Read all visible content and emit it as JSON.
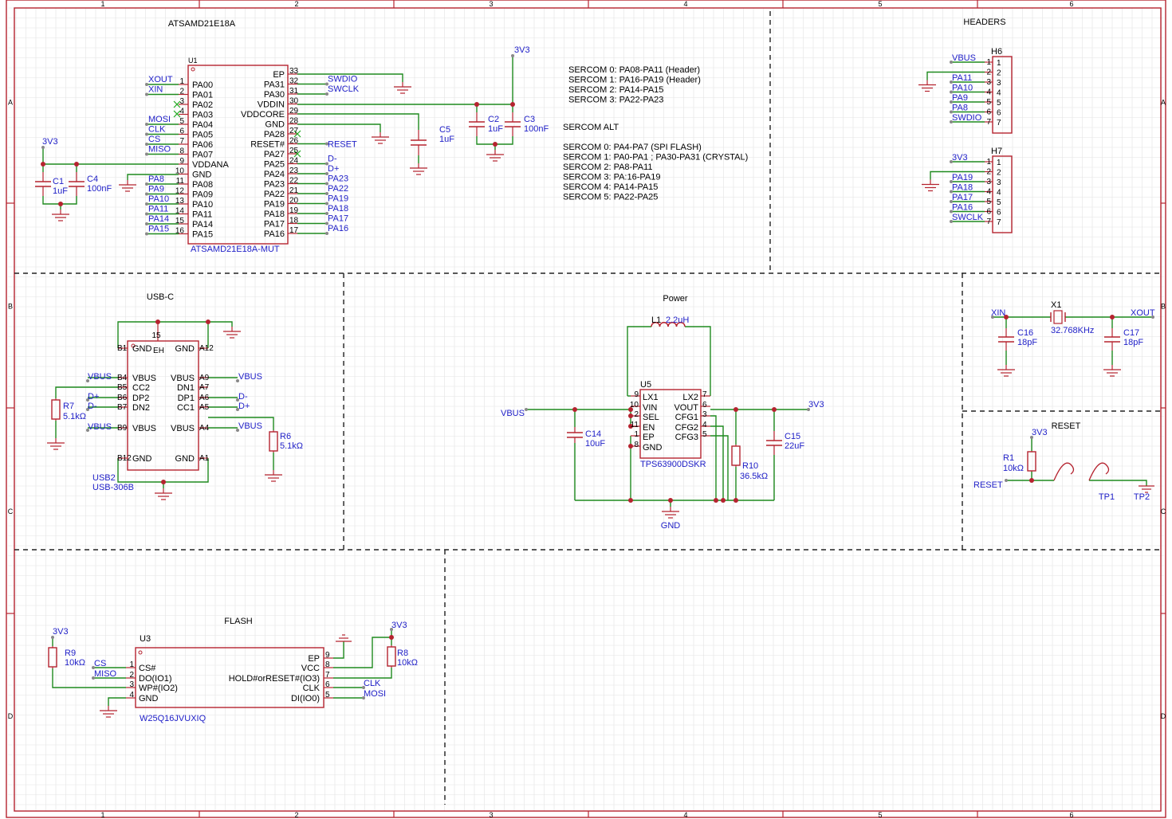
{
  "colors": {
    "frame": "#b5232f",
    "wire": "#1e8a1e",
    "label": "#2121c8",
    "text": "#000000",
    "grid": "#e3e3e3",
    "junction": "#b5232f",
    "noconnect": "#22aa22"
  },
  "border": {
    "cols": [
      "1",
      "2",
      "3",
      "4",
      "5",
      "6"
    ],
    "rows": [
      "A",
      "B",
      "C",
      "D"
    ]
  },
  "titles": {
    "mcu": "ATSAMD21E18A",
    "headers": "HEADERS",
    "usbc": "USB-C",
    "power": "Power",
    "reset": "RESET",
    "flash": "FLASH"
  },
  "notes": {
    "sercom_primary": [
      "SERCOM 0: PA08-PA11 (Header)",
      "SERCOM 1: PA16-PA19 (Header)",
      "SERCOM 2: PA14-PA15",
      "SERCOM 3: PA22-PA23"
    ],
    "sercom_alt_title": "SERCOM ALT",
    "sercom_alt": [
      "SERCOM 0: PA4-PA7 (SPI FLASH)",
      "SERCOM 1: PA0-PA1 ; PA30-PA31 (CRYSTAL)",
      "SERCOM 2: PA8-PA11",
      "SERCOM 3: PA:16-PA19",
      "SERCOM 4: PA14-PA15",
      "SERCOM 5: PA22-PA25"
    ]
  },
  "u1": {
    "ref": "U1",
    "part": "ATSAMD21E18A-MUT",
    "left": [
      [
        "1",
        "PA00",
        "XOUT"
      ],
      [
        "2",
        "PA01",
        "XIN"
      ],
      [
        "3",
        "PA02",
        ""
      ],
      [
        "4",
        "PA03",
        ""
      ],
      [
        "5",
        "PA04",
        "MOSI"
      ],
      [
        "6",
        "PA05",
        "CLK"
      ],
      [
        "7",
        "PA06",
        "CS"
      ],
      [
        "8",
        "PA07",
        "MISO"
      ],
      [
        "9",
        "VDDANA",
        ""
      ],
      [
        "10",
        "GND",
        ""
      ],
      [
        "11",
        "PA08",
        "PA8"
      ],
      [
        "12",
        "PA09",
        "PA9"
      ],
      [
        "13",
        "PA10",
        "PA10"
      ],
      [
        "14",
        "PA11",
        "PA11"
      ],
      [
        "15",
        "PA14",
        "PA14"
      ],
      [
        "16",
        "PA15",
        "PA15"
      ]
    ],
    "right": [
      [
        "33",
        "EP",
        ""
      ],
      [
        "32",
        "PA31",
        "SWDIO"
      ],
      [
        "31",
        "PA30",
        "SWCLK"
      ],
      [
        "30",
        "VDDIN",
        ""
      ],
      [
        "29",
        "VDDCORE",
        ""
      ],
      [
        "28",
        "GND",
        ""
      ],
      [
        "27",
        "PA28",
        ""
      ],
      [
        "26",
        "RESET#",
        "RESET"
      ],
      [
        "25",
        "PA27",
        ""
      ],
      [
        "24",
        "PA25",
        "D-"
      ],
      [
        "23",
        "PA24",
        "D+"
      ],
      [
        "22",
        "PA23",
        "PA23"
      ],
      [
        "21",
        "PA22",
        "PA22"
      ],
      [
        "20",
        "PA19",
        "PA19"
      ],
      [
        "19",
        "PA18",
        "PA18"
      ],
      [
        "18",
        "PA17",
        "PA17"
      ],
      [
        "17",
        "PA16",
        "PA16"
      ]
    ]
  },
  "caps_mcu": [
    [
      "C1",
      "1uF"
    ],
    [
      "C4",
      "100nF"
    ],
    [
      "C5",
      "1uF"
    ],
    [
      "C2",
      "1uF"
    ],
    [
      "C3",
      "100nF"
    ]
  ],
  "net_3v3": "3V3",
  "h6": {
    "ref": "H6",
    "pins": [
      [
        "1",
        "VBUS"
      ],
      [
        "2",
        ""
      ],
      [
        "3",
        "PA11"
      ],
      [
        "4",
        "PA10"
      ],
      [
        "5",
        "PA9"
      ],
      [
        "6",
        "PA8"
      ],
      [
        "7",
        "SWDIO"
      ]
    ]
  },
  "h7": {
    "ref": "H7",
    "pins": [
      [
        "1",
        "3V3"
      ],
      [
        "2",
        ""
      ],
      [
        "3",
        "PA19"
      ],
      [
        "4",
        "PA18"
      ],
      [
        "5",
        "PA17"
      ],
      [
        "6",
        "PA16"
      ],
      [
        "7",
        "SWCLK"
      ]
    ]
  },
  "usb": {
    "ref": "USB2",
    "part": "USB-306B",
    "eh": "EH",
    "eh_pin": "15",
    "left": [
      [
        "B1",
        "GND"
      ],
      [
        "B4",
        "VBUS"
      ],
      [
        "B5",
        "CC2"
      ],
      [
        "B6",
        "DP2"
      ],
      [
        "B7",
        "DN2"
      ],
      [
        "B9",
        "VBUS"
      ],
      [
        "B12",
        "GND"
      ]
    ],
    "right": [
      [
        "A12",
        "GND"
      ],
      [
        "A9",
        "VBUS"
      ],
      [
        "A7",
        "DN1"
      ],
      [
        "A6",
        "DP1"
      ],
      [
        "A5",
        "CC1"
      ],
      [
        "A4",
        "VBUS"
      ],
      [
        "A1",
        "GND"
      ]
    ],
    "nets_left": [
      "VBUS",
      "D+",
      "D-",
      "VBUS"
    ],
    "nets_right": [
      "VBUS",
      "D-",
      "D+",
      "VBUS"
    ],
    "r7": [
      "R7",
      "5.1kΩ"
    ],
    "r6": [
      "R6",
      "5.1kΩ"
    ]
  },
  "power": {
    "l1": [
      "L1",
      "2.2uH"
    ],
    "ref": "U5",
    "part": "TPS63900DSKR",
    "left": [
      [
        "9",
        "LX1"
      ],
      [
        "10",
        "VIN"
      ],
      [
        "2",
        "SEL"
      ],
      [
        "11",
        "EN"
      ],
      [
        "1",
        "EP"
      ],
      [
        "8",
        "GND"
      ]
    ],
    "right": [
      [
        "7",
        "LX2"
      ],
      [
        "6",
        "VOUT"
      ],
      [
        "3",
        "CFG1"
      ],
      [
        "4",
        "CFG2"
      ],
      [
        "5",
        "CFG3"
      ]
    ],
    "vin_net": "VBUS",
    "vout_net": "3V3",
    "gnd_net": "GND",
    "c14": [
      "C14",
      "10uF"
    ],
    "c15": [
      "C15",
      "22uF"
    ],
    "r10": [
      "R10",
      "36.5kΩ"
    ]
  },
  "crystal": {
    "xin": "XIN",
    "xout": "XOUT",
    "x1": [
      "X1",
      "32.768KHz"
    ],
    "c16": [
      "C16",
      "18pF"
    ],
    "c17": [
      "C17",
      "18pF"
    ]
  },
  "reset": {
    "net_3v3": "3V3",
    "r1": [
      "R1",
      "10kΩ"
    ],
    "reset_net": "RESET",
    "tp1": "TP1",
    "tp2": "TP2"
  },
  "flash": {
    "ref": "U3",
    "part": "W25Q16JVUXIQ",
    "left": [
      [
        "1",
        "CS#",
        "CS"
      ],
      [
        "2",
        "DO(IO1)",
        "MISO"
      ],
      [
        "3",
        "WP#(IO2)",
        ""
      ],
      [
        "4",
        "GND",
        ""
      ]
    ],
    "right": [
      [
        "9",
        "EP",
        ""
      ],
      [
        "8",
        "VCC",
        ""
      ],
      [
        "7",
        "HOLD#orRESET#(IO3)",
        ""
      ],
      [
        "6",
        "CLK",
        "CLK"
      ],
      [
        "5",
        "DI(IO0)",
        "MOSI"
      ]
    ],
    "r9": [
      "R9",
      "10kΩ"
    ],
    "r8": [
      "R8",
      "10kΩ"
    ],
    "net_3v3": "3V3"
  }
}
